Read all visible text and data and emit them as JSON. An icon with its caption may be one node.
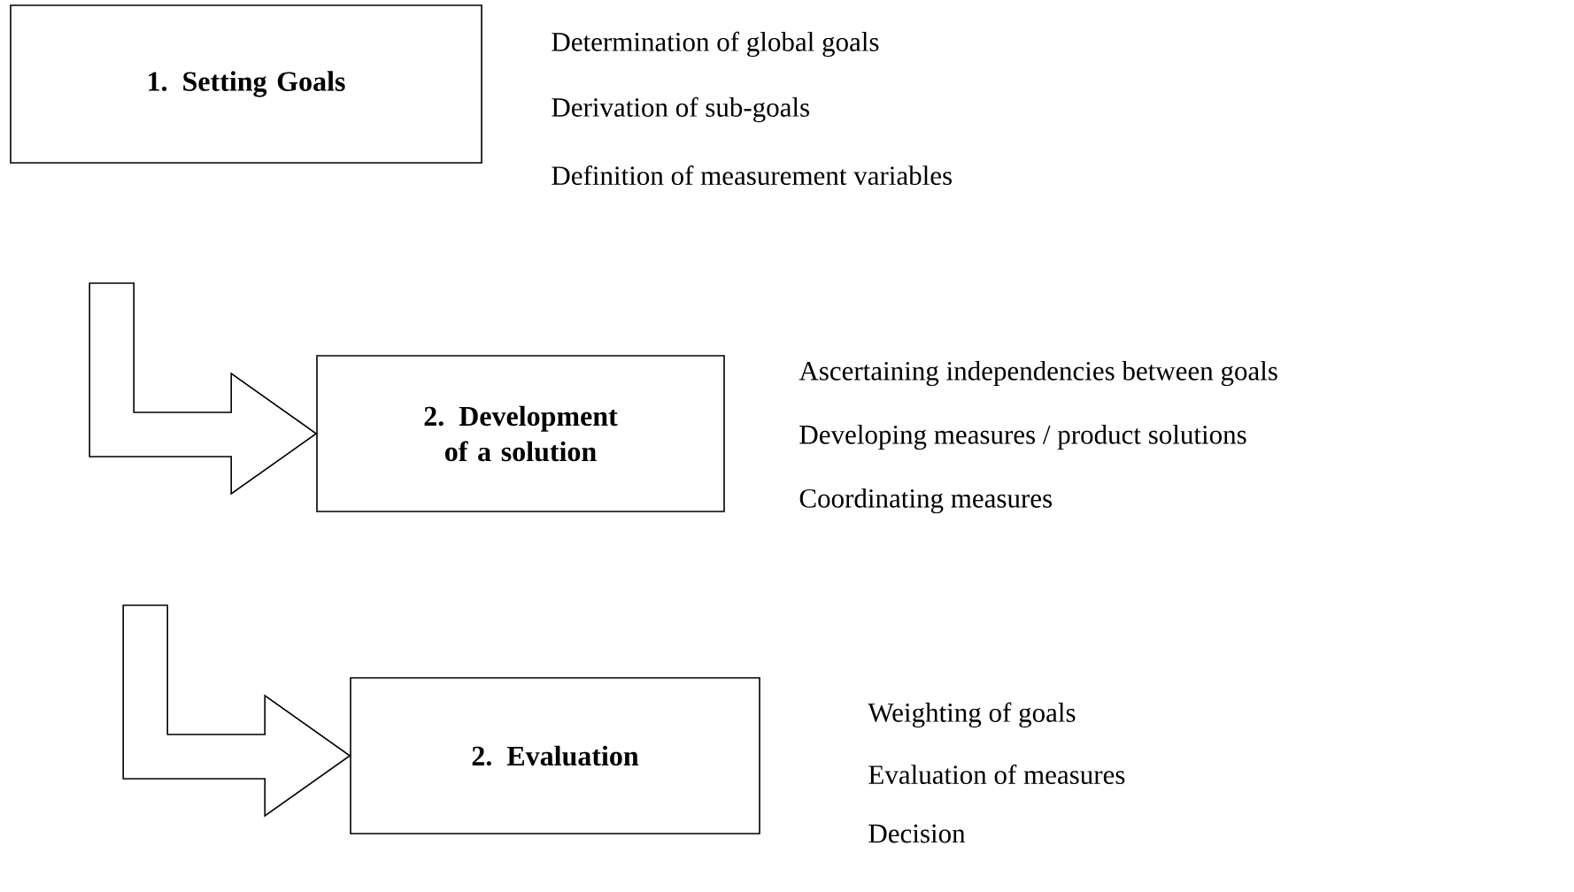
{
  "diagram": {
    "nodes": [
      {
        "text": [
          "1. Setting Goals"
        ],
        "beside": [
          "Determination of global goals",
          "Derivation of sub-goals",
          "Definition of measurement variables"
        ]
      },
      {
        "text": [
          "2. Development of a solution"
        ],
        "beside": [
          "Ascertaining independencies between goals",
          "Developing measures / product solutions",
          "Coordinating measures"
        ]
      },
      {
        "text": [
          "2. Evaluation"
        ],
        "beside": [
          "Weighting of goals",
          "Evaluation of measures",
          "Decision"
        ]
      }
    ],
    "edges": [
      {
        "from": 0,
        "to": 1,
        "arrow": "to"
      },
      {
        "from": 1,
        "to": 2,
        "arrow": "to"
      }
    ]
  }
}
